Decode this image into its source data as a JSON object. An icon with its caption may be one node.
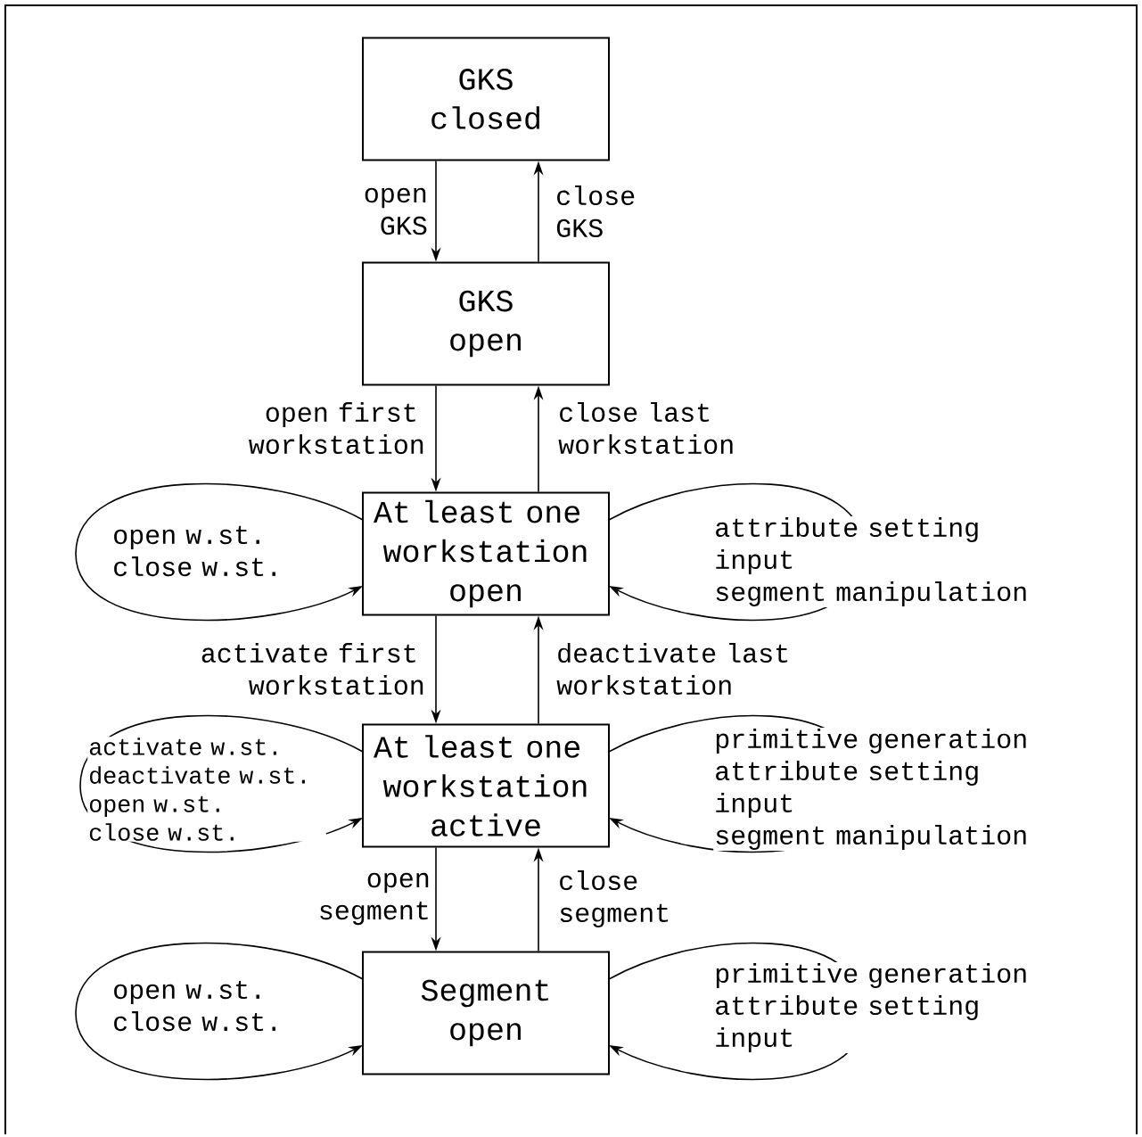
{
  "diagram": {
    "nodes": [
      {
        "text": [
          "GKS closed"
        ]
      },
      {
        "text": [
          "GKS open"
        ]
      },
      {
        "text": [
          "At least one workstation open"
        ]
      },
      {
        "text": [
          "At least one workstation active"
        ]
      },
      {
        "text": [
          "Segment open"
        ]
      }
    ],
    "edges": [
      {
        "from": 0,
        "to": 1,
        "arrow": "to",
        "label": "open GKS"
      },
      {
        "from": 1,
        "to": 0,
        "arrow": "to",
        "label": "close GKS"
      },
      {
        "from": 1,
        "to": 2,
        "arrow": "to",
        "label": "open first workstation"
      },
      {
        "from": 2,
        "to": 1,
        "arrow": "to",
        "label": "close last workstation"
      },
      {
        "from": 2,
        "to": 2,
        "arrow": "to",
        "label": "open w.st. close w.st."
      },
      {
        "from": 2,
        "to": 2,
        "arrow": "to",
        "label": "attribute setting input segment manipulation"
      },
      {
        "from": 2,
        "to": 3,
        "arrow": "to",
        "label": "activate first workstation"
      },
      {
        "from": 3,
        "to": 2,
        "arrow": "to",
        "label": "deactivate last workstation"
      },
      {
        "from": 3,
        "to": 3,
        "arrow": "to",
        "label": "activate w.st. deactivate w.st. open w.st. close w.st."
      },
      {
        "from": 3,
        "to": 3,
        "arrow": "to",
        "label": "primitive generation attribute setting input segment manipulation"
      },
      {
        "from": 3,
        "to": 4,
        "arrow": "to",
        "label": "open segment"
      },
      {
        "from": 4,
        "to": 3,
        "arrow": "to",
        "label": "close segment"
      },
      {
        "from": 4,
        "to": 4,
        "arrow": "to",
        "label": "open w.st. close w.st."
      },
      {
        "from": 4,
        "to": 4,
        "arrow": "to",
        "label": "primitive generation attribute setting input"
      }
    ]
  }
}
